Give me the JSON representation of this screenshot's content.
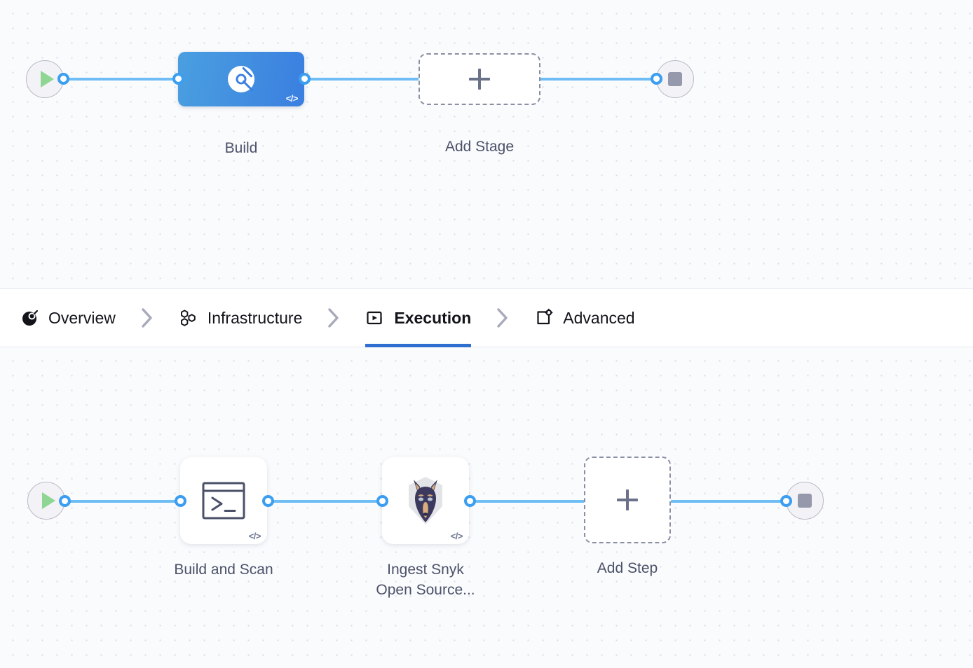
{
  "canvas": {
    "stage_row": {
      "start_node": {
        "name": "pipeline-start",
        "icon": "play-icon"
      },
      "end_node": {
        "name": "pipeline-end",
        "icon": "stop-icon"
      },
      "nodes": [
        {
          "label": "Build",
          "type": "stage",
          "icon": "build-scan-icon",
          "badge": "</>",
          "selected": true
        },
        {
          "label": "Add Stage",
          "type": "add",
          "icon": "plus-icon"
        }
      ]
    },
    "step_row": {
      "start_node": {
        "name": "execution-start",
        "icon": "play-icon"
      },
      "end_node": {
        "name": "execution-end",
        "icon": "stop-icon"
      },
      "nodes": [
        {
          "label": "Build and Scan",
          "type": "step",
          "icon": "terminal-icon",
          "badge": "</>"
        },
        {
          "label_line1": "Ingest Snyk",
          "label_line2": "Open Source...",
          "type": "step",
          "icon": "snyk-doberman-icon",
          "badge": "</>"
        },
        {
          "label": "Add Step",
          "type": "add",
          "icon": "plus-icon"
        }
      ]
    }
  },
  "tabs": [
    {
      "label": "Overview",
      "icon": "overview-scan-icon",
      "active": false
    },
    {
      "label": "Infrastructure",
      "icon": "hexagon-cluster-icon",
      "active": false
    },
    {
      "label": "Execution",
      "icon": "execution-play-icon",
      "active": true
    },
    {
      "label": "Advanced",
      "icon": "advanced-gear-icon",
      "active": false
    }
  ],
  "colors": {
    "accent_blue": "#3b9ef0",
    "connector_line": "#6fbdf5",
    "stage_gradient_from": "#4a9fe0",
    "stage_gradient_to": "#3a7fe0",
    "active_tab_underline": "#2f6fd0",
    "play_green": "#8fd694",
    "label_text": "#4b5168"
  }
}
